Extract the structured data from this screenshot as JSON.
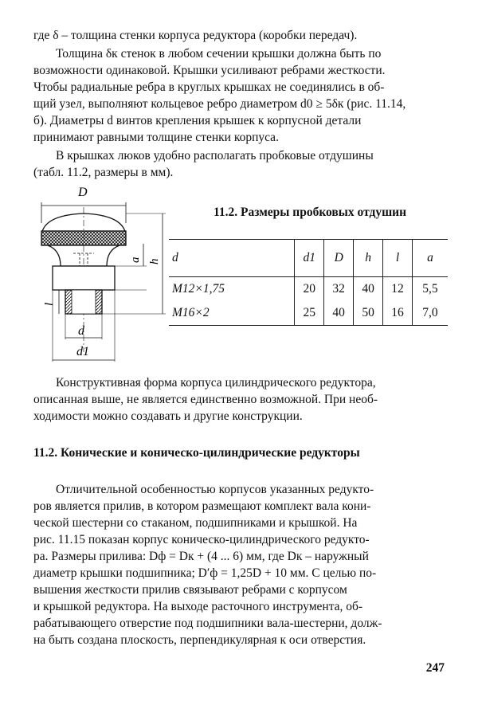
{
  "paragraph1": {
    "lines": [
      "где δ – толщина стенки корпуса редуктора (коробки передач)."
    ]
  },
  "paragraph2": {
    "lines": [
      "Толщина δк стенок в любом сечении крышки должна быть по",
      "возможности одинаковой. Крышки усиливают ребрами жесткости.",
      "Чтобы радиальные ребра в круглых крышках не соединялись в об-",
      "щий узел, выполняют кольцевое ребро диаметром d0 ≥ 5δк (рис. 11.14,",
      "б). Диаметры d винтов крепления крышек к корпусной детали",
      "принимают равными толщине стенки корпуса."
    ]
  },
  "paragraph3": {
    "lines": [
      "В крышках люков удобно располагать пробковые отдушины",
      "(табл. 11.2, размеры в мм)."
    ]
  },
  "figure": {
    "labels": {
      "D": "D",
      "d": "d",
      "d1": "d1",
      "a": "a",
      "h": "h",
      "l": "l"
    }
  },
  "table": {
    "title": "11.2. Размеры пробковых отдушин",
    "headers": [
      "d",
      "d1",
      "D",
      "h",
      "l",
      "a"
    ],
    "rows": [
      [
        "M12×1,75",
        "20",
        "32",
        "40",
        "12",
        "5,5"
      ],
      [
        "M16×2",
        "25",
        "40",
        "50",
        "16",
        "7,0"
      ]
    ]
  },
  "paragraph4": {
    "lines": [
      "Конструктивная форма корпуса цилиндрического редуктора,",
      "описанная выше, не является единственно возможной. При необ-",
      "ходимости можно создавать и другие конструкции."
    ]
  },
  "section": {
    "title": "11.2. Конические и коническо-цилиндрические редукторы"
  },
  "paragraph5": {
    "lines": [
      "Отличительной особенностью корпусов указанных редукто-",
      "ров является прилив, в котором размещают комплект вала кони-",
      "ческой шестерни со стаканом, подшипниками и крышкой. На",
      "рис. 11.15 показан корпус коническо-цилиндрического редукто-",
      "ра. Размеры прилива: Dф = Dк + (4 ... 6) мм, где Dк – наружный",
      "диаметр крышки подшипника; D′ф = 1,25D + 10 мм. С целью по-",
      "вышения жесткости прилив связывают ребрами с корпусом",
      "и крышкой редуктора. На выходе расточного инструмента, об-",
      "рабатывающего отверстие под подшипники вала-шестерни, долж-",
      "на быть создана плоскость, перпендикулярная к оси отверстия."
    ]
  },
  "page_number": "247"
}
